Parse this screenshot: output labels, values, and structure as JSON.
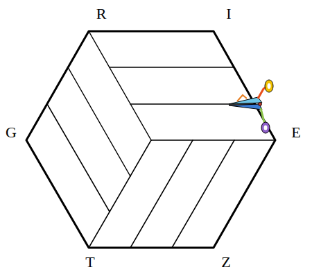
{
  "diagram": {
    "labels": [
      "R",
      "I",
      "G",
      "E",
      "T",
      "Z"
    ]
  }
}
